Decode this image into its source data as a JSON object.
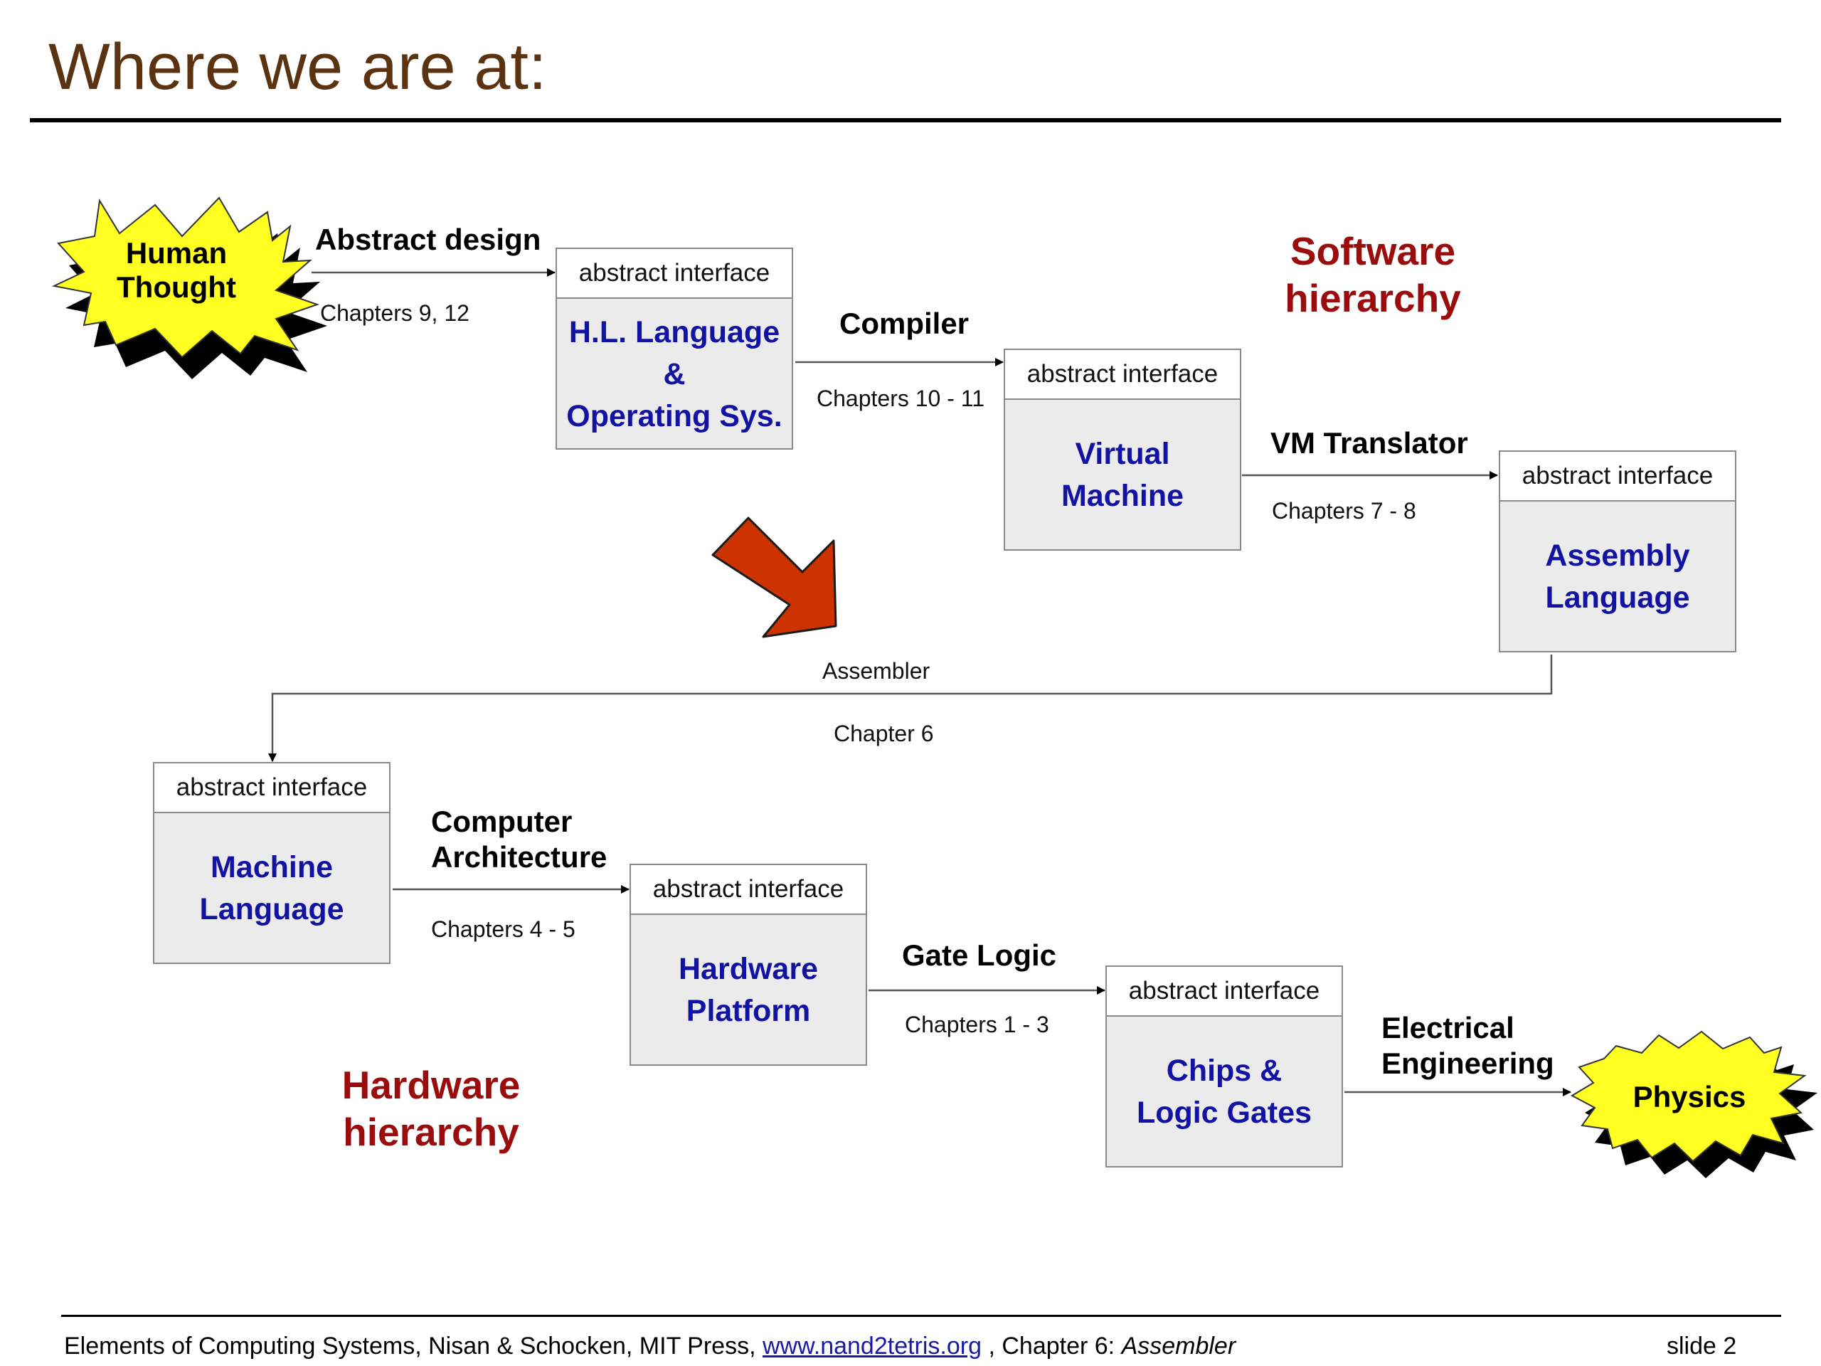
{
  "title": "Where we are at:",
  "abstract_interface": "abstract interface",
  "boxes": {
    "hll": {
      "lines": [
        "H.L. Language",
        "&",
        "Operating Sys."
      ]
    },
    "vm": {
      "lines": [
        "Virtual",
        "Machine"
      ]
    },
    "asm": {
      "lines": [
        "Assembly",
        "Language"
      ]
    },
    "ml": {
      "lines": [
        "Machine",
        "Language"
      ]
    },
    "hw": {
      "lines": [
        "Hardware",
        "Platform"
      ]
    },
    "chip": {
      "lines": [
        "Chips &",
        "Logic Gates"
      ]
    }
  },
  "bursts": {
    "human": {
      "lines": [
        "Human",
        "Thought"
      ]
    },
    "physics": {
      "lines": [
        "Physics"
      ]
    }
  },
  "transitions": {
    "abstract_design": {
      "name": "Abstract design",
      "chapters": "Chapters 9, 12"
    },
    "compiler": {
      "name": "Compiler",
      "chapters": "Chapters 10 - 11"
    },
    "vm_translator": {
      "name": "VM Translator",
      "chapters": "Chapters 7 - 8"
    },
    "assembler": {
      "name": "Assembler",
      "chapters": "Chapter 6"
    },
    "computer_arch": {
      "name_lines": [
        "Computer",
        "Architecture"
      ],
      "chapters": "Chapters  4 - 5"
    },
    "gate_logic": {
      "name": "Gate Logic",
      "chapters": "Chapters  1 - 3"
    },
    "electrical": {
      "name_lines": [
        "Electrical",
        "Engineering"
      ]
    }
  },
  "software_hierarchy": [
    "Software",
    "hierarchy"
  ],
  "hardware_hierarchy": [
    "Hardware",
    "hierarchy"
  ],
  "footer": {
    "prefix": "Elements of Computing Systems, Nisan & Schocken, MIT Press, ",
    "link": "www.nand2tetris.org",
    "middle": " , Chapter 6: ",
    "italic": "Assembler",
    "slide": "slide 2"
  },
  "colors": {
    "title": "#5c3310",
    "box_text": "#1313a3",
    "hierarchy_text": "#9b0c0c",
    "burst_fill": "#ffff22",
    "big_arrow": "#cc3300"
  }
}
